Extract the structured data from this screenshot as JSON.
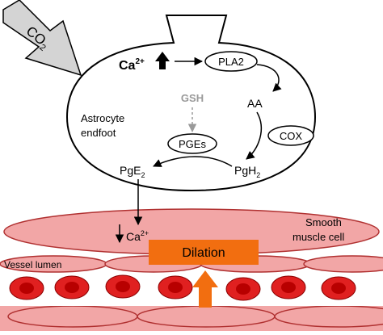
{
  "co2": {
    "label": "CO",
    "sub": "2"
  },
  "astrocyte": {
    "label_line1": "Astrocyte",
    "label_line2": "endfoot"
  },
  "nodes": {
    "ca_astro": {
      "label": "Ca",
      "sup": "2+"
    },
    "pla2": {
      "label": "PLA2"
    },
    "aa": {
      "label": "AA"
    },
    "cox": {
      "label": "COX"
    },
    "gsh": {
      "label": "GSH"
    },
    "pges": {
      "label": "PGEs"
    },
    "pgh2": {
      "label": "PgH",
      "sub": "2"
    },
    "pge2": {
      "label": "PgE",
      "sub": "2"
    },
    "ca_smooth": {
      "label": "Ca",
      "sup": "2+"
    }
  },
  "smooth_muscle": {
    "label_line1": "Smooth",
    "label_line2": "muscle cell"
  },
  "vessel": {
    "label": "Vessel lumen"
  },
  "dilation": {
    "label": "Dilation"
  },
  "colors": {
    "muscle_fill": "#f2a6a6",
    "rbc_outer": "#e02020",
    "rbc_inner": "#b80000",
    "dilation_box": "#f26e10",
    "dilation_arrow": "#f26e10",
    "gsh_gray": "#9a9a9a",
    "co2_arrow": "#d4d4d4"
  }
}
